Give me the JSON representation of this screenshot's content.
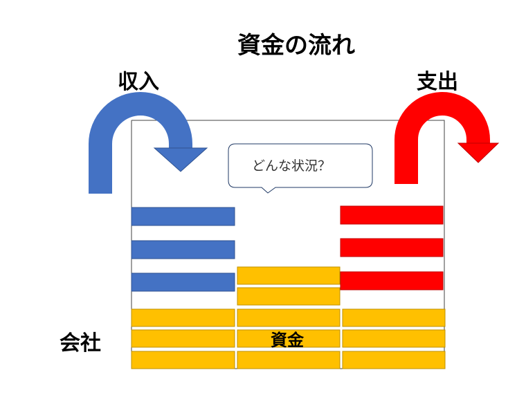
{
  "title": "資金の流れ",
  "income_label": "収入",
  "expense_label": "支出",
  "company_label": "会社",
  "funds_label": "資金",
  "speech_bubble": "どんな状況？",
  "colors": {
    "income": "#4472C4",
    "expense": "#FF0000",
    "funds": "#FFC000",
    "outline": "#404040"
  }
}
